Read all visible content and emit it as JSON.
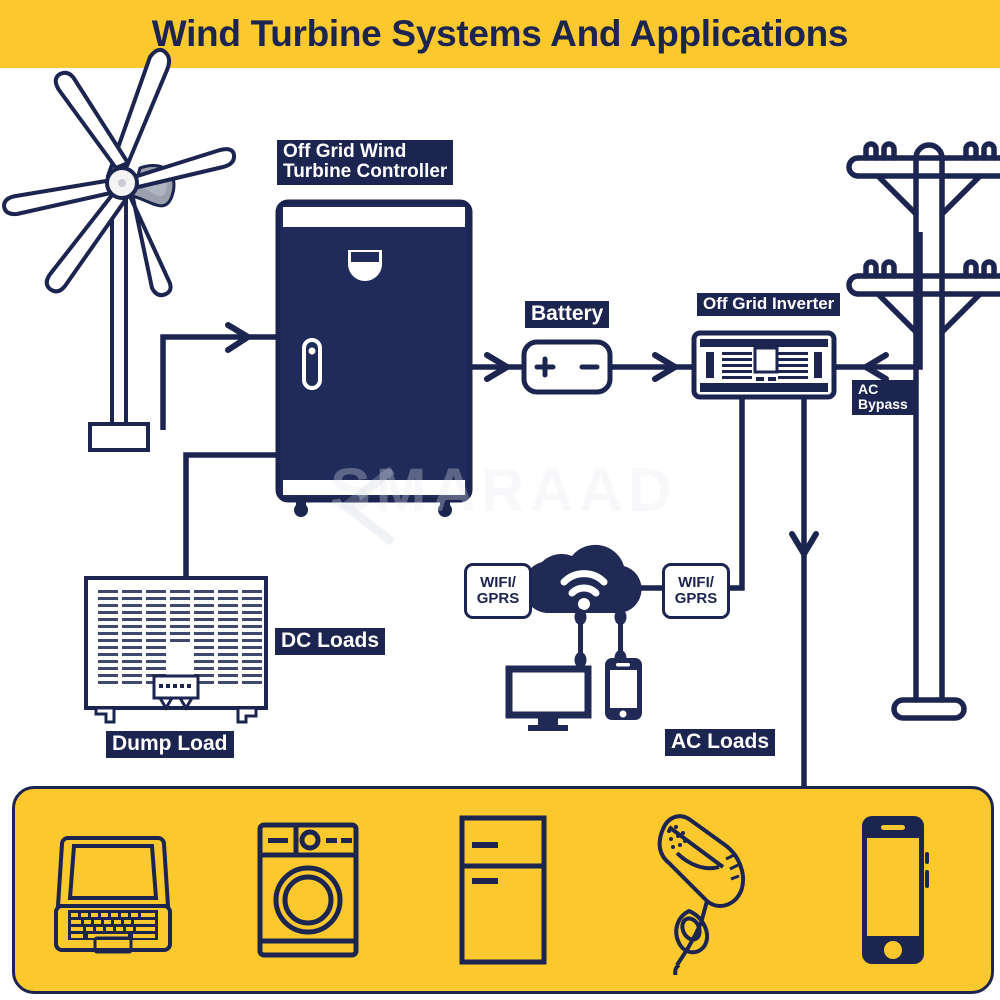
{
  "header": {
    "title": "Wind Turbine Systems And Applications",
    "background_color": "#FBC82E",
    "text_color": "#1C2450"
  },
  "theme": {
    "navy": "#1C2450",
    "yellow": "#FBC82E",
    "white": "#FFFFFF"
  },
  "watermark": {
    "text": "SMARAAD"
  },
  "labels": {
    "controller": "Off Grid Wind\nTurbine Controller",
    "battery": "Battery",
    "inverter": "Off Grid Inverter",
    "ac_bypass": "AC\nBypass",
    "dc_loads": "DC Loads",
    "dump_load": "Dump Load",
    "ac_loads": "AC Loads",
    "wifi_gprs_left": "WIFI/\nGPRS",
    "wifi_gprs_right": "WIFI/\nGPRS"
  },
  "battery_terminals": {
    "positive": "+",
    "negative": "-"
  },
  "diagram_nodes": [
    {
      "id": "wind-turbine",
      "name": "Wind Turbine",
      "icon": "wind-turbine-icon"
    },
    {
      "id": "controller",
      "name": "Off Grid Wind Turbine Controller",
      "icon": "controller-cabinet-icon"
    },
    {
      "id": "battery",
      "name": "Battery",
      "icon": "battery-icon"
    },
    {
      "id": "inverter",
      "name": "Off Grid Inverter",
      "icon": "inverter-icon"
    },
    {
      "id": "utility-pole",
      "name": "Utility Grid Pole",
      "icon": "utility-pole-icon"
    },
    {
      "id": "dump-load",
      "name": "Dump Load",
      "icon": "dump-load-icon"
    },
    {
      "id": "cloud",
      "name": "Cloud / WIFI",
      "icon": "cloud-wifi-icon"
    },
    {
      "id": "monitor",
      "name": "Monitor",
      "icon": "monitor-icon"
    },
    {
      "id": "smartphone-monitor",
      "name": "Smartphone",
      "icon": "smartphone-icon"
    }
  ],
  "appliances": [
    {
      "id": "laptop",
      "label": "Laptop",
      "icon": "laptop-icon"
    },
    {
      "id": "washing-machine",
      "label": "Washing Machine",
      "icon": "washing-machine-icon"
    },
    {
      "id": "refrigerator",
      "label": "Refrigerator",
      "icon": "refrigerator-icon"
    },
    {
      "id": "hair-dryer",
      "label": "Hair Dryer",
      "icon": "hair-dryer-icon"
    },
    {
      "id": "smartphone",
      "label": "Smartphone",
      "icon": "smartphone-icon"
    }
  ]
}
